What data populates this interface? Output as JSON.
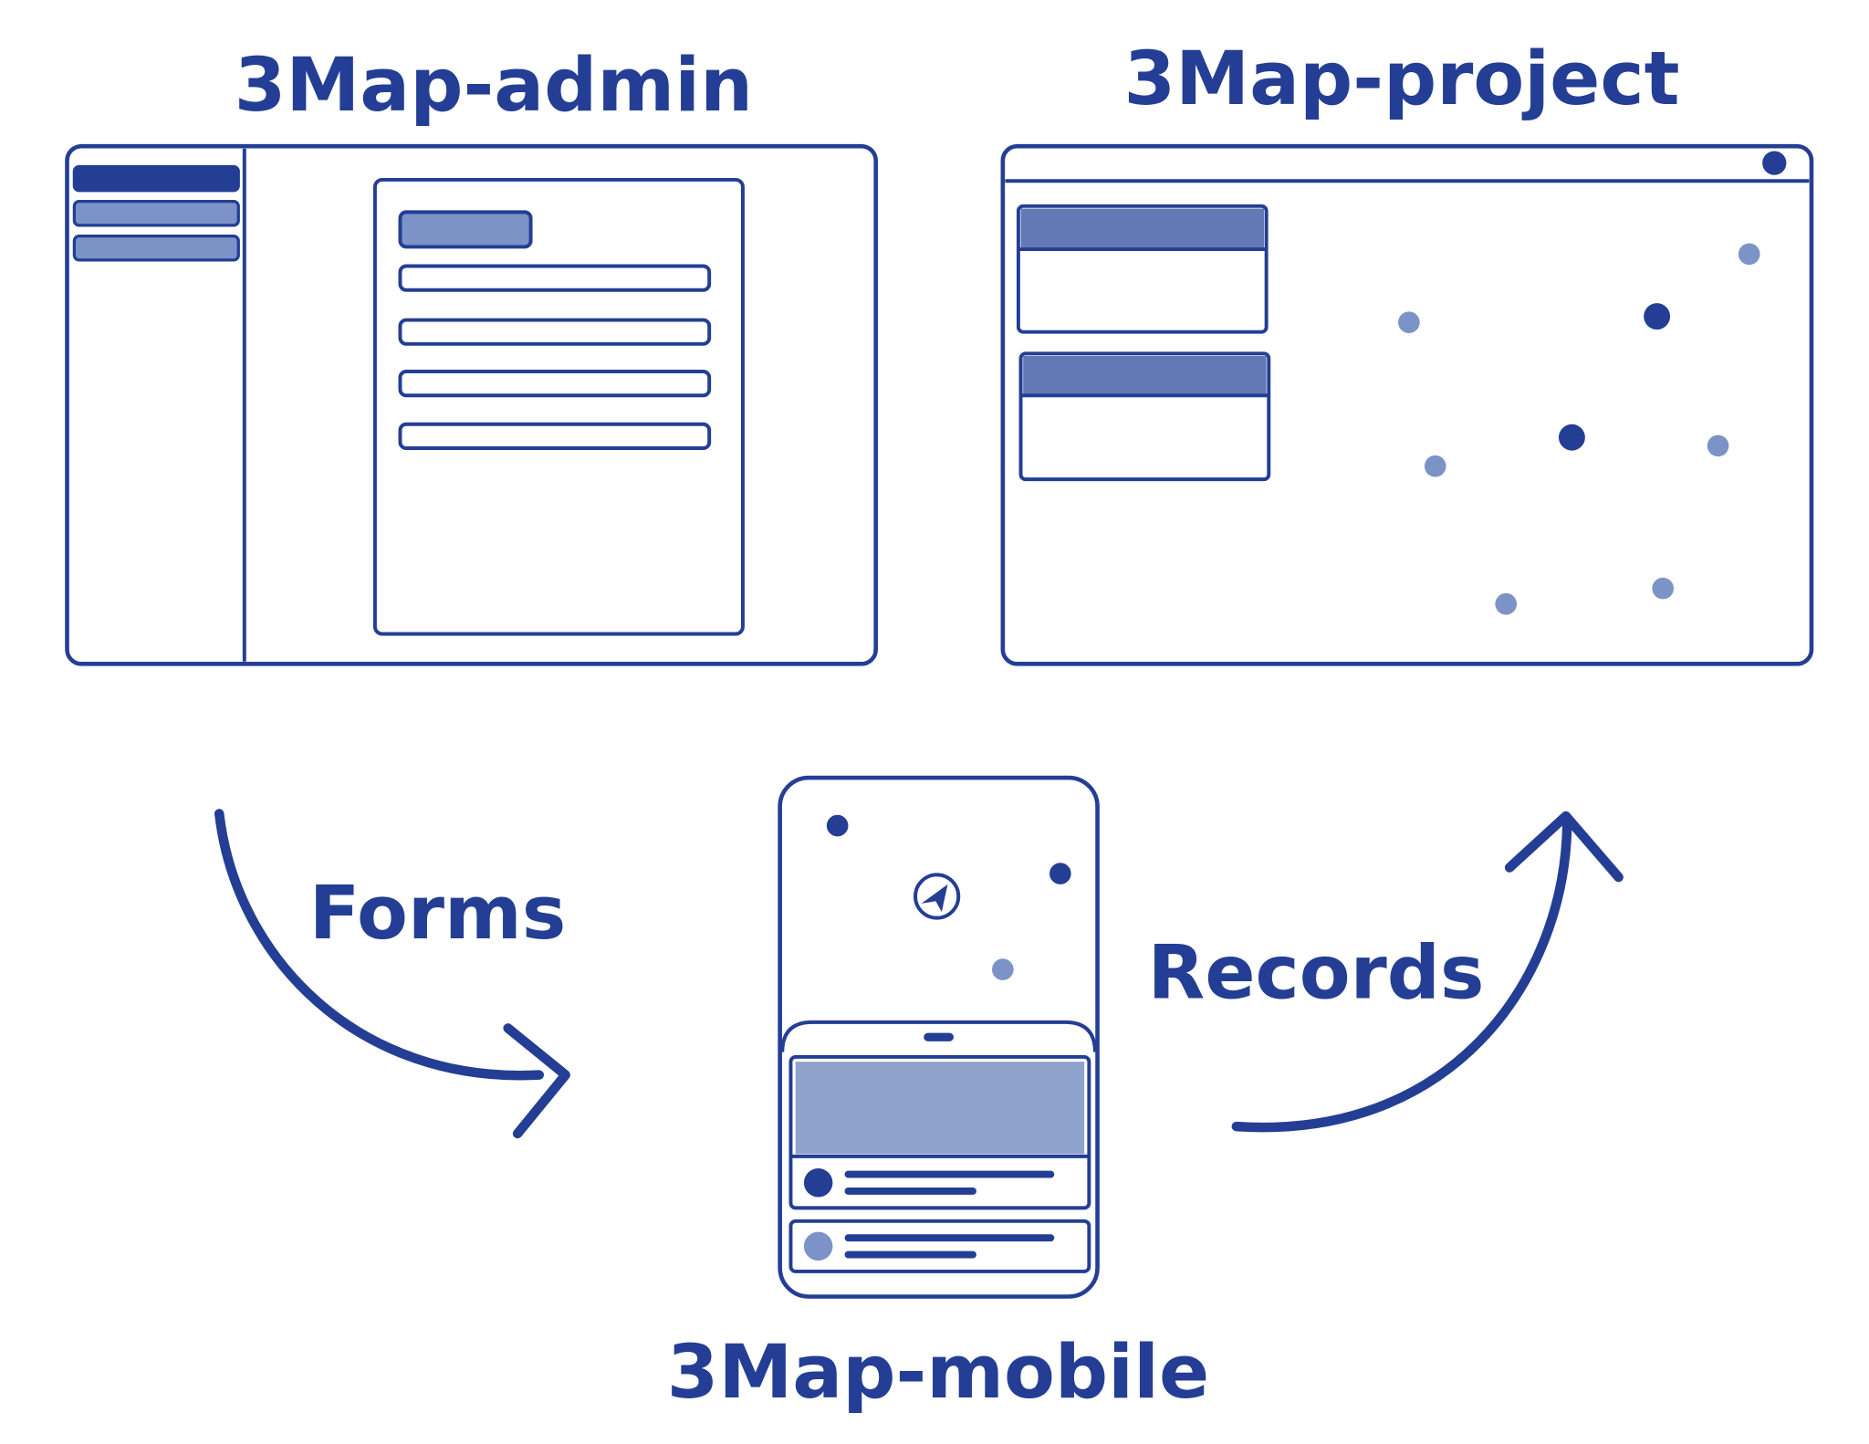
{
  "labels": {
    "admin_title": "3Map-admin",
    "project_title": "3Map-project",
    "mobile_title": "3Map-mobile",
    "forms_label": "Forms",
    "records_label": "Records"
  },
  "colors": {
    "primary": "#233e94",
    "light": "#7c93c7",
    "medium": "#6379b6",
    "panel": "#8fa2cb",
    "background": "#ffffff"
  },
  "icons": {
    "forms_arrow": "curved-arrow-down-right-icon",
    "records_arrow": "curved-arrow-up-right-icon",
    "location": "navigation-compass-icon",
    "user_avatar": "avatar-dot-icon"
  }
}
